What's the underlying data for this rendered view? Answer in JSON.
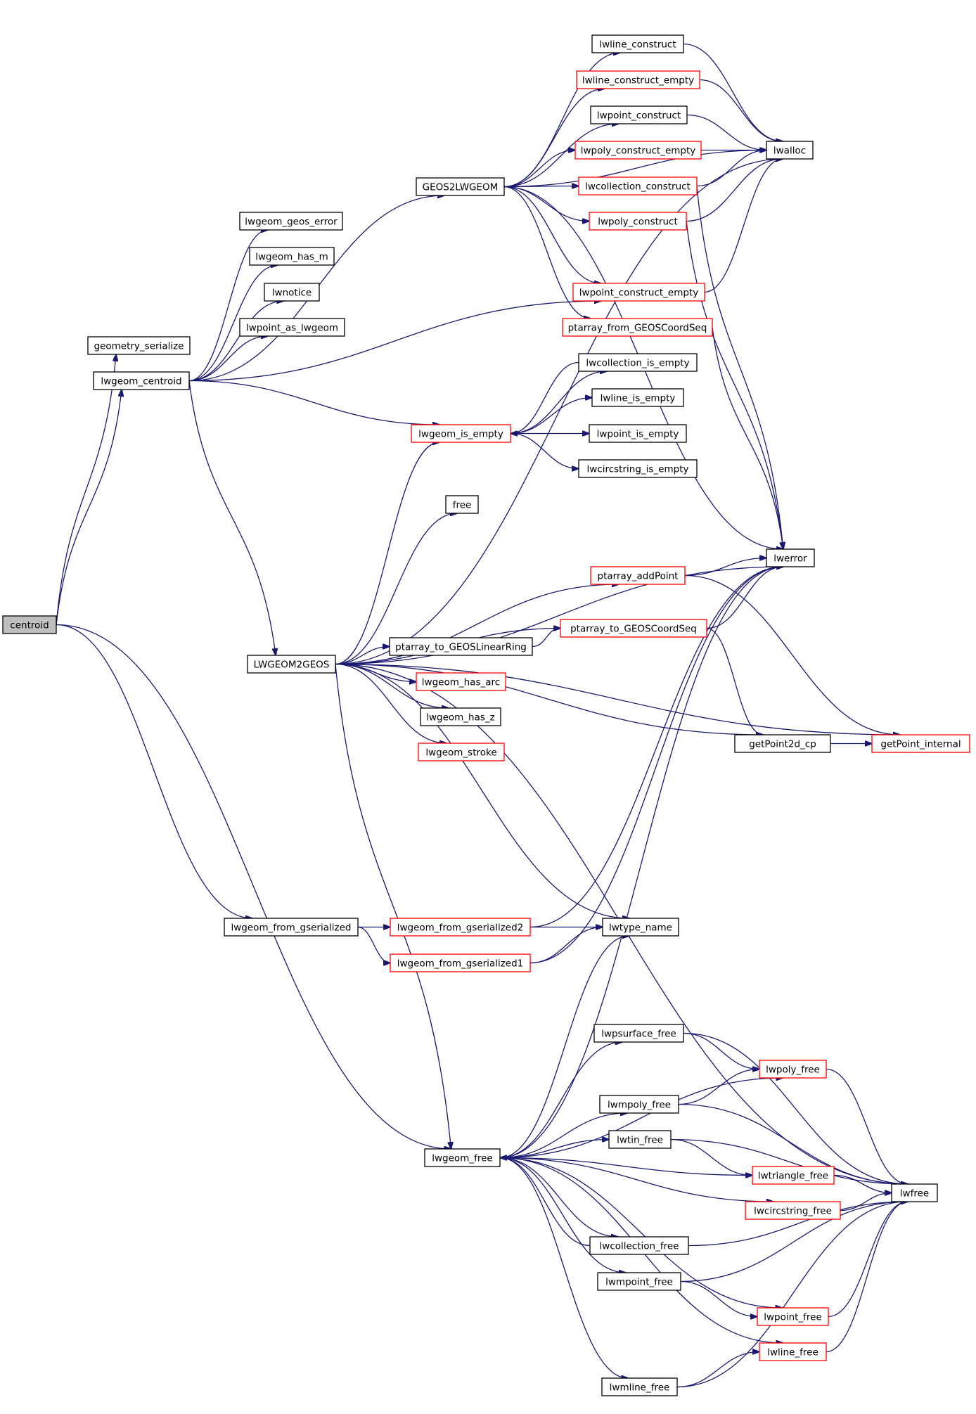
{
  "nodes": [
    {
      "id": "centroid",
      "label": "centroid",
      "style": "root"
    },
    {
      "id": "geometry_serialize",
      "label": "geometry_serialize",
      "style": "black"
    },
    {
      "id": "lwgeom_centroid",
      "label": "lwgeom_centroid",
      "style": "black"
    },
    {
      "id": "lwgeom_geos_error",
      "label": "lwgeom_geos_error",
      "style": "black"
    },
    {
      "id": "lwgeom_has_m",
      "label": "lwgeom_has_m",
      "style": "black"
    },
    {
      "id": "lwnotice",
      "label": "lwnotice",
      "style": "black"
    },
    {
      "id": "lwpoint_as_lwgeom",
      "label": "lwpoint_as_lwgeom",
      "style": "black"
    },
    {
      "id": "GEOS2LWGEOM",
      "label": "GEOS2LWGEOM",
      "style": "black"
    },
    {
      "id": "lwline_construct",
      "label": "lwline_construct",
      "style": "black"
    },
    {
      "id": "lwline_construct_empty",
      "label": "lwline_construct_empty",
      "style": "red"
    },
    {
      "id": "lwpoint_construct",
      "label": "lwpoint_construct",
      "style": "black"
    },
    {
      "id": "lwpoly_construct_empty",
      "label": "lwpoly_construct_empty",
      "style": "red"
    },
    {
      "id": "lwcollection_construct",
      "label": "lwcollection_construct",
      "style": "red"
    },
    {
      "id": "lwpoly_construct",
      "label": "lwpoly_construct",
      "style": "red"
    },
    {
      "id": "lwpoint_construct_empty",
      "label": "lwpoint_construct_empty",
      "style": "red"
    },
    {
      "id": "ptarray_from_GEOSCoordSeq",
      "label": "ptarray_from_GEOSCoordSeq",
      "style": "red"
    },
    {
      "id": "lwalloc",
      "label": "lwalloc",
      "style": "black"
    },
    {
      "id": "lwcollection_is_empty",
      "label": "lwcollection_is_empty",
      "style": "black"
    },
    {
      "id": "lwline_is_empty",
      "label": "lwline_is_empty",
      "style": "black"
    },
    {
      "id": "lwgeom_is_empty",
      "label": "lwgeom_is_empty",
      "style": "red"
    },
    {
      "id": "lwpoint_is_empty",
      "label": "lwpoint_is_empty",
      "style": "black"
    },
    {
      "id": "lwcircstring_is_empty",
      "label": "lwcircstring_is_empty",
      "style": "black"
    },
    {
      "id": "free",
      "label": "free",
      "style": "black"
    },
    {
      "id": "lwerror",
      "label": "lwerror",
      "style": "black"
    },
    {
      "id": "ptarray_addPoint",
      "label": "ptarray_addPoint",
      "style": "red"
    },
    {
      "id": "ptarray_to_GEOSCoordSeq",
      "label": "ptarray_to_GEOSCoordSeq",
      "style": "red"
    },
    {
      "id": "ptarray_to_GEOSLinearRing",
      "label": "ptarray_to_GEOSLinearRing",
      "style": "black"
    },
    {
      "id": "LWGEOM2GEOS",
      "label": "LWGEOM2GEOS",
      "style": "black"
    },
    {
      "id": "lwgeom_has_arc",
      "label": "lwgeom_has_arc",
      "style": "red"
    },
    {
      "id": "lwgeom_has_z",
      "label": "lwgeom_has_z",
      "style": "black"
    },
    {
      "id": "lwgeom_stroke",
      "label": "lwgeom_stroke",
      "style": "red"
    },
    {
      "id": "getPoint2d_cp",
      "label": "getPoint2d_cp",
      "style": "black"
    },
    {
      "id": "getPoint_internal",
      "label": "getPoint_internal",
      "style": "red"
    },
    {
      "id": "lwgeom_from_gserialized",
      "label": "lwgeom_from_gserialized",
      "style": "black"
    },
    {
      "id": "lwgeom_from_gserialized2",
      "label": "lwgeom_from_gserialized2",
      "style": "red"
    },
    {
      "id": "lwgeom_from_gserialized1",
      "label": "lwgeom_from_gserialized1",
      "style": "red"
    },
    {
      "id": "lwtype_name",
      "label": "lwtype_name",
      "style": "black"
    },
    {
      "id": "lwpsurface_free",
      "label": "lwpsurface_free",
      "style": "black"
    },
    {
      "id": "lwpoly_free",
      "label": "lwpoly_free",
      "style": "red"
    },
    {
      "id": "lwmpoly_free",
      "label": "lwmpoly_free",
      "style": "black"
    },
    {
      "id": "lwtin_free",
      "label": "lwtin_free",
      "style": "black"
    },
    {
      "id": "lwgeom_free",
      "label": "lwgeom_free",
      "style": "black"
    },
    {
      "id": "lwtriangle_free",
      "label": "lwtriangle_free",
      "style": "red"
    },
    {
      "id": "lwcircstring_free",
      "label": "lwcircstring_free",
      "style": "red"
    },
    {
      "id": "lwfree",
      "label": "lwfree",
      "style": "black"
    },
    {
      "id": "lwcollection_free",
      "label": "lwcollection_free",
      "style": "black"
    },
    {
      "id": "lwmpoint_free",
      "label": "lwmpoint_free",
      "style": "black"
    },
    {
      "id": "lwpoint_free",
      "label": "lwpoint_free",
      "style": "red"
    },
    {
      "id": "lwline_free",
      "label": "lwline_free",
      "style": "red"
    },
    {
      "id": "lwmline_free",
      "label": "lwmline_free",
      "style": "black"
    }
  ],
  "edges": [
    [
      "centroid",
      "geometry_serialize"
    ],
    [
      "centroid",
      "lwgeom_centroid"
    ],
    [
      "centroid",
      "lwgeom_from_gserialized"
    ],
    [
      "centroid",
      "lwgeom_free"
    ],
    [
      "lwgeom_centroid",
      "lwgeom_geos_error"
    ],
    [
      "lwgeom_centroid",
      "lwgeom_has_m"
    ],
    [
      "lwgeom_centroid",
      "lwnotice"
    ],
    [
      "lwgeom_centroid",
      "lwpoint_as_lwgeom"
    ],
    [
      "lwgeom_centroid",
      "GEOS2LWGEOM"
    ],
    [
      "lwgeom_centroid",
      "lwpoint_construct_empty"
    ],
    [
      "lwgeom_centroid",
      "lwgeom_is_empty"
    ],
    [
      "lwgeom_centroid",
      "LWGEOM2GEOS"
    ],
    [
      "GEOS2LWGEOM",
      "lwline_construct"
    ],
    [
      "GEOS2LWGEOM",
      "lwline_construct_empty"
    ],
    [
      "GEOS2LWGEOM",
      "lwpoint_construct"
    ],
    [
      "GEOS2LWGEOM",
      "lwpoly_construct_empty"
    ],
    [
      "GEOS2LWGEOM",
      "lwcollection_construct"
    ],
    [
      "GEOS2LWGEOM",
      "lwpoly_construct"
    ],
    [
      "GEOS2LWGEOM",
      "lwpoint_construct_empty"
    ],
    [
      "GEOS2LWGEOM",
      "ptarray_from_GEOSCoordSeq"
    ],
    [
      "GEOS2LWGEOM",
      "lwalloc"
    ],
    [
      "GEOS2LWGEOM",
      "lwerror"
    ],
    [
      "lwline_construct",
      "lwalloc"
    ],
    [
      "lwline_construct_empty",
      "lwalloc"
    ],
    [
      "lwpoint_construct",
      "lwalloc"
    ],
    [
      "lwpoly_construct_empty",
      "lwalloc"
    ],
    [
      "lwcollection_construct",
      "lwalloc"
    ],
    [
      "lwcollection_construct",
      "lwerror"
    ],
    [
      "lwpoly_construct",
      "lwalloc"
    ],
    [
      "lwpoly_construct",
      "lwerror"
    ],
    [
      "lwpoint_construct_empty",
      "lwalloc"
    ],
    [
      "ptarray_from_GEOSCoordSeq",
      "lwerror"
    ],
    [
      "lwgeom_is_empty",
      "lwcollection_is_empty"
    ],
    [
      "lwgeom_is_empty",
      "lwline_is_empty"
    ],
    [
      "lwgeom_is_empty",
      "lwpoint_is_empty"
    ],
    [
      "lwgeom_is_empty",
      "lwcircstring_is_empty"
    ],
    [
      "lwcollection_is_empty",
      "lwgeom_is_empty"
    ],
    [
      "LWGEOM2GEOS",
      "lwgeom_is_empty"
    ],
    [
      "LWGEOM2GEOS",
      "lwalloc"
    ],
    [
      "LWGEOM2GEOS",
      "free"
    ],
    [
      "LWGEOM2GEOS",
      "lwerror"
    ],
    [
      "LWGEOM2GEOS",
      "ptarray_addPoint"
    ],
    [
      "LWGEOM2GEOS",
      "ptarray_to_GEOSCoordSeq"
    ],
    [
      "LWGEOM2GEOS",
      "ptarray_to_GEOSLinearRing"
    ],
    [
      "LWGEOM2GEOS",
      "lwgeom_has_arc"
    ],
    [
      "LWGEOM2GEOS",
      "lwgeom_has_z"
    ],
    [
      "LWGEOM2GEOS",
      "lwgeom_stroke"
    ],
    [
      "LWGEOM2GEOS",
      "getPoint2d_cp"
    ],
    [
      "LWGEOM2GEOS",
      "getPoint_internal"
    ],
    [
      "LWGEOM2GEOS",
      "lwtype_name"
    ],
    [
      "LWGEOM2GEOS",
      "lwfree"
    ],
    [
      "LWGEOM2GEOS",
      "lwgeom_free"
    ],
    [
      "ptarray_addPoint",
      "lwerror"
    ],
    [
      "ptarray_addPoint",
      "getPoint_internal"
    ],
    [
      "ptarray_to_GEOSLinearRing",
      "ptarray_to_GEOSCoordSeq"
    ],
    [
      "ptarray_to_GEOSCoordSeq",
      "lwerror"
    ],
    [
      "ptarray_to_GEOSCoordSeq",
      "getPoint2d_cp"
    ],
    [
      "getPoint2d_cp",
      "getPoint_internal"
    ],
    [
      "lwgeom_from_gserialized",
      "lwgeom_from_gserialized2"
    ],
    [
      "lwgeom_from_gserialized",
      "lwgeom_from_gserialized1"
    ],
    [
      "lwgeom_from_gserialized2",
      "lwtype_name"
    ],
    [
      "lwgeom_from_gserialized2",
      "lwerror"
    ],
    [
      "lwgeom_from_gserialized1",
      "lwtype_name"
    ],
    [
      "lwgeom_from_gserialized1",
      "lwerror"
    ],
    [
      "lwgeom_free",
      "lwtype_name"
    ],
    [
      "lwgeom_free",
      "lwerror"
    ],
    [
      "lwgeom_free",
      "lwpsurface_free"
    ],
    [
      "lwgeom_free",
      "lwpoly_free"
    ],
    [
      "lwgeom_free",
      "lwmpoly_free"
    ],
    [
      "lwgeom_free",
      "lwtin_free"
    ],
    [
      "lwgeom_free",
      "lwtriangle_free"
    ],
    [
      "lwgeom_free",
      "lwcircstring_free"
    ],
    [
      "lwgeom_free",
      "lwcollection_free"
    ],
    [
      "lwgeom_free",
      "lwmpoint_free"
    ],
    [
      "lwgeom_free",
      "lwpoint_free"
    ],
    [
      "lwgeom_free",
      "lwline_free"
    ],
    [
      "lwgeom_free",
      "lwmline_free"
    ],
    [
      "lwpsurface_free",
      "lwpoly_free"
    ],
    [
      "lwpsurface_free",
      "lwfree"
    ],
    [
      "lwpoly_free",
      "lwfree"
    ],
    [
      "lwmpoly_free",
      "lwpoly_free"
    ],
    [
      "lwmpoly_free",
      "lwfree"
    ],
    [
      "lwtin_free",
      "lwtriangle_free"
    ],
    [
      "lwtin_free",
      "lwfree"
    ],
    [
      "lwtriangle_free",
      "lwfree"
    ],
    [
      "lwcircstring_free",
      "lwfree"
    ],
    [
      "lwcollection_free",
      "lwgeom_free"
    ],
    [
      "lwcollection_free",
      "lwfree"
    ],
    [
      "lwmpoint_free",
      "lwpoint_free"
    ],
    [
      "lwmpoint_free",
      "lwfree"
    ],
    [
      "lwpoint_free",
      "lwfree"
    ],
    [
      "lwline_free",
      "lwfree"
    ],
    [
      "lwmline_free",
      "lwline_free"
    ],
    [
      "lwmline_free",
      "lwfree"
    ]
  ]
}
